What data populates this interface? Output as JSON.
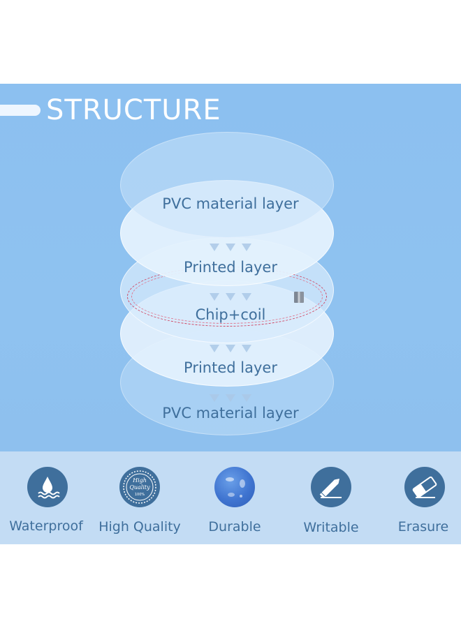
{
  "header": {
    "title": "STRUCTURE"
  },
  "layers": [
    {
      "label": "PVC material layer"
    },
    {
      "label": "Printed layer"
    },
    {
      "label": "Chip+coil"
    },
    {
      "label": "Printed layer"
    },
    {
      "label": "PVC material layer"
    }
  ],
  "features": [
    {
      "label": "Waterproof",
      "icon": "water-drop-icon"
    },
    {
      "label": "High Quality",
      "icon": "quality-badge-icon",
      "badge_line1": "High",
      "badge_line2": "Quality",
      "badge_line3": "100%"
    },
    {
      "label": "Durable",
      "icon": "durable-sphere-icon"
    },
    {
      "label": "Writable",
      "icon": "pencil-icon"
    },
    {
      "label": "Erasure",
      "icon": "eraser-icon"
    }
  ],
  "colors": {
    "panel_blue": "#8fc2f0",
    "feature_strip": "#c3dcf4",
    "text_blue": "#3f6f9c",
    "coil_red": "#d0415e"
  }
}
